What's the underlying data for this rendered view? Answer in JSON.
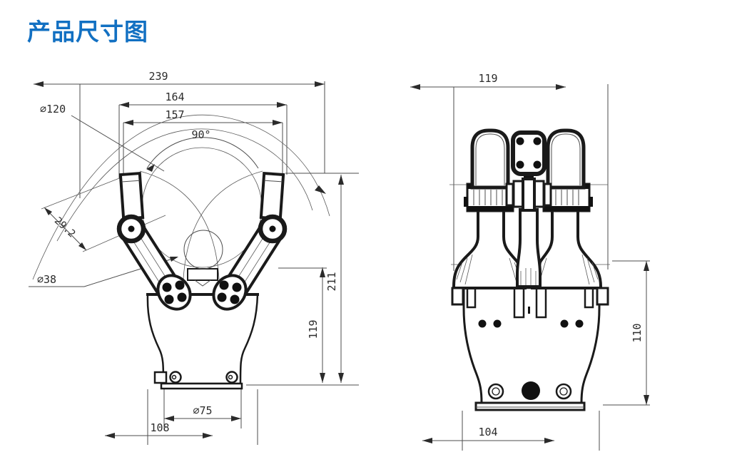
{
  "page": {
    "title": "产品尺寸图",
    "colors": {
      "title": "#1270c2",
      "line": "#1a1a1a",
      "background": "#ffffff"
    }
  },
  "front_view": {
    "description": "two-finger gripper front view with swing arcs",
    "dims": {
      "width_overall": "239",
      "width_outer": "164",
      "width_inner": "157",
      "open_angle": "90°",
      "grip_diameter": "∅120",
      "finger_stroke": "29.2",
      "object_diameter": "∅38",
      "height_overall": "211",
      "height_body": "119",
      "flange_diameter": "∅75",
      "base_width": "108"
    }
  },
  "side_view": {
    "description": "gripper side view, three finger stacks",
    "dims": {
      "width_top": "119",
      "height_body": "110",
      "base_width": "104"
    }
  }
}
